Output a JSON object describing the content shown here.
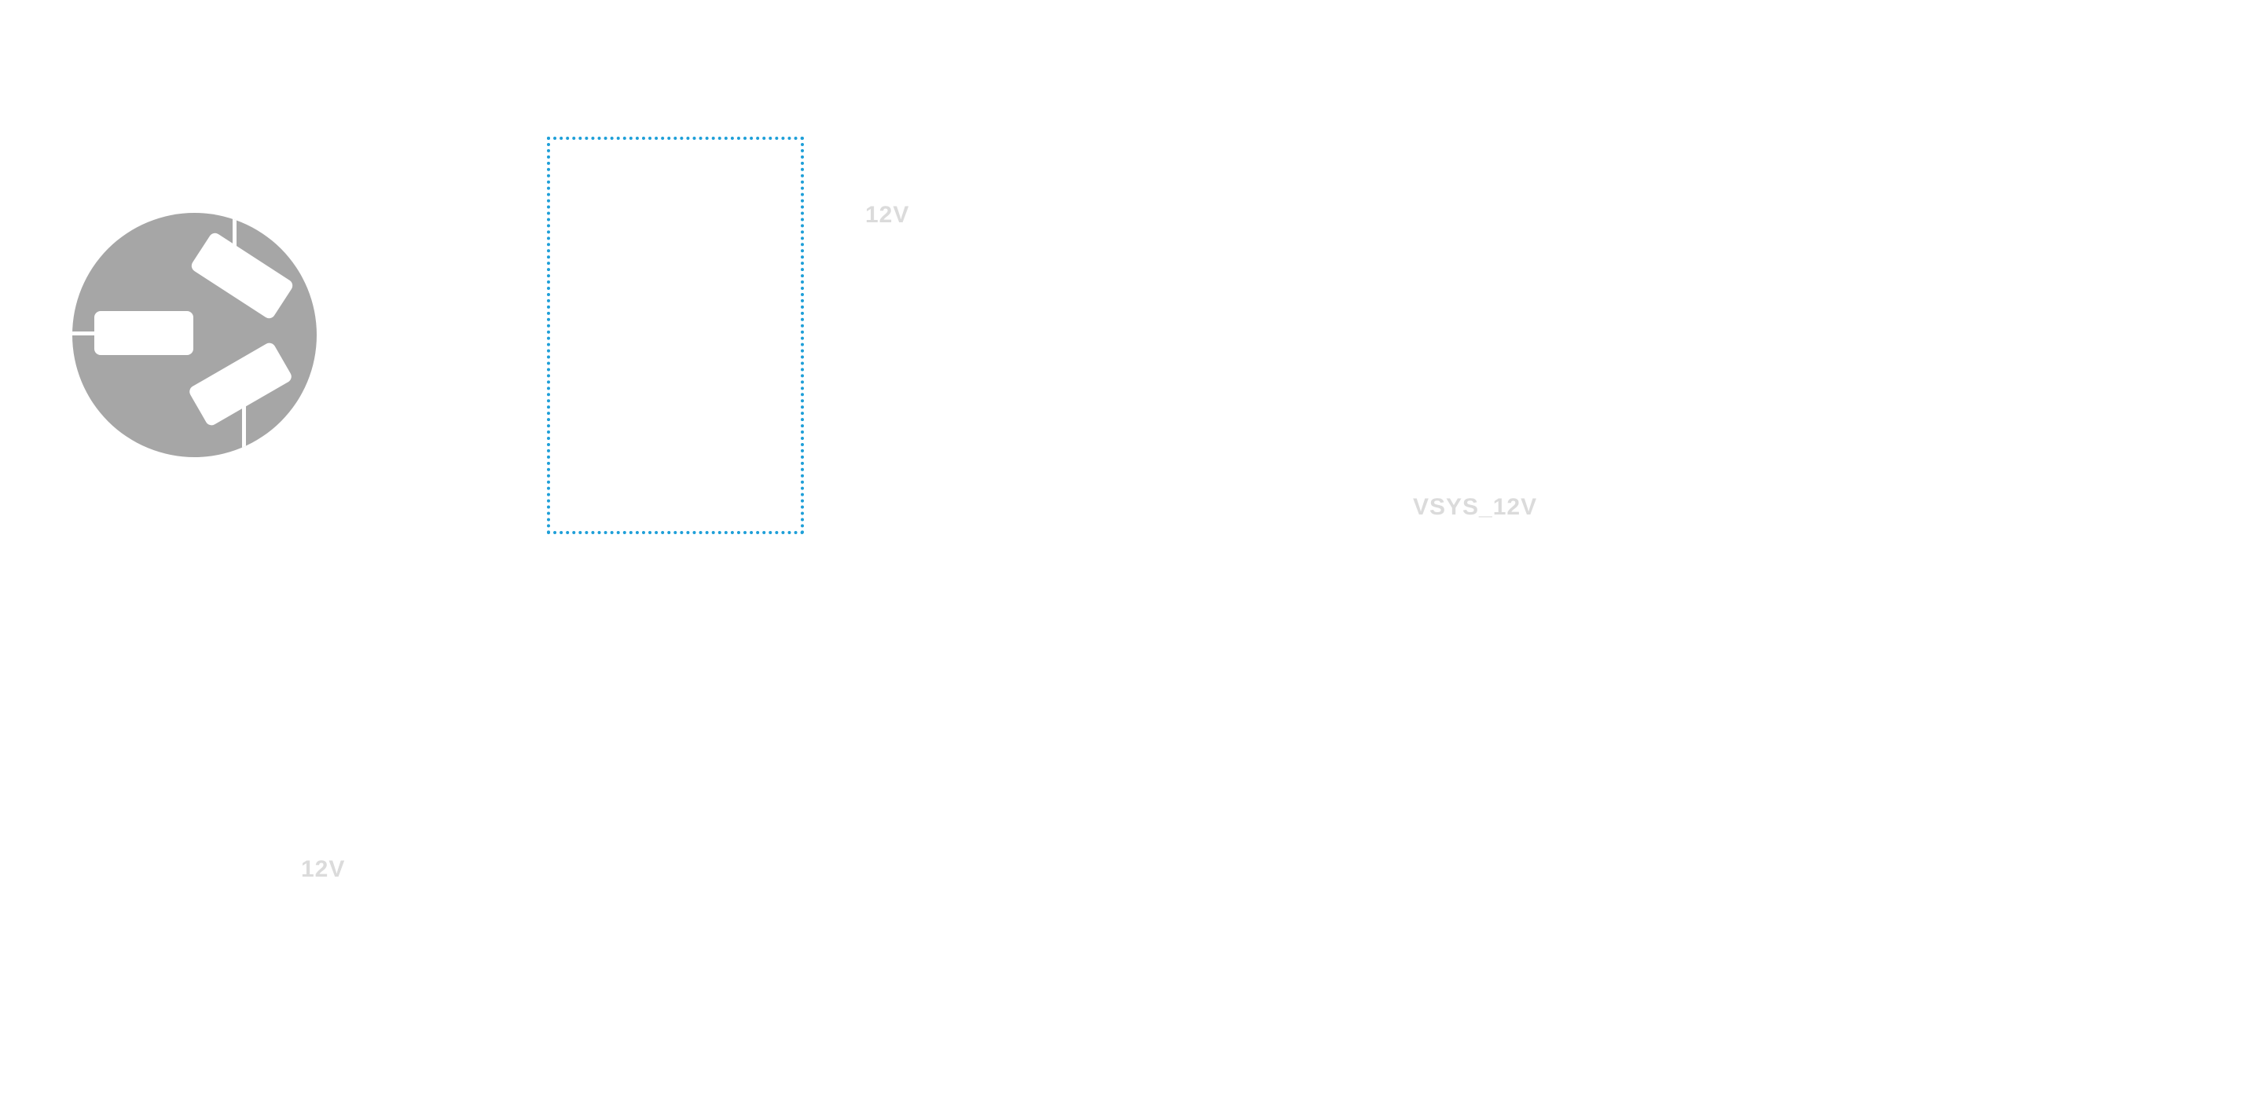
{
  "canvas": {
    "net_labels": [
      {
        "text": "12V"
      },
      {
        "text": "VSYS_12V"
      },
      {
        "text": "12V"
      }
    ],
    "connector_symbol": {
      "name": "power-plug-connector",
      "slots": 3
    },
    "selection_box": {
      "style": "dotted"
    }
  },
  "colors": {
    "canvas_bg": "#ffffff",
    "connector_body": "#a6a6a6",
    "connector_slot": "#ffffff",
    "selection_border": "#1e9fd8",
    "net_label": "#dbdbdb"
  }
}
